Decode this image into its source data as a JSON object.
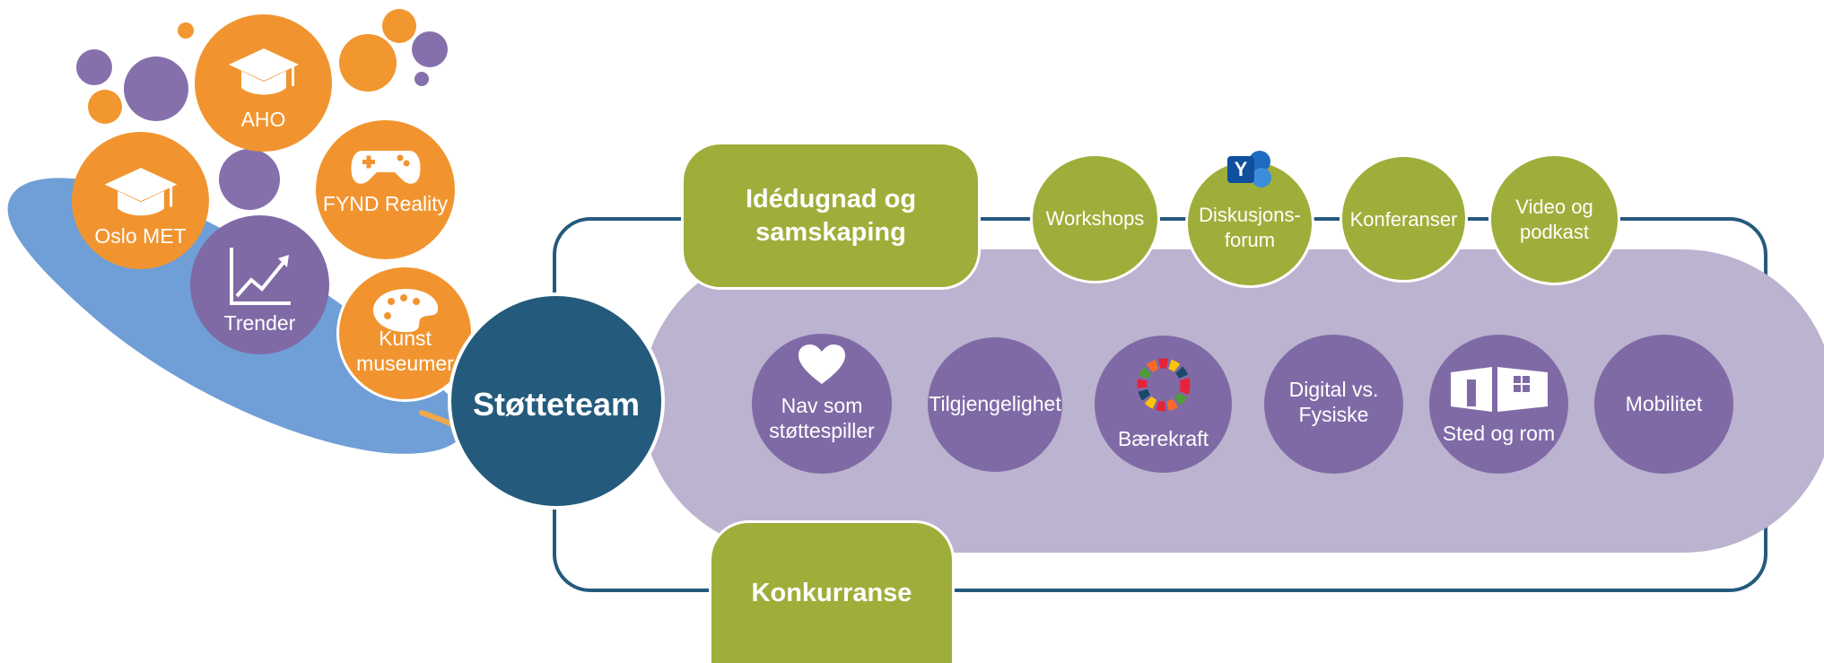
{
  "partners": {
    "aho": "AHO",
    "oslo_met": "Oslo MET",
    "fynd": "FYND Reality",
    "trender": "Trender",
    "kunst": [
      "Kunst",
      "museumer"
    ]
  },
  "hub": "Støtteteam",
  "green_pills": {
    "top": [
      "Idédugnad og",
      "samskaping"
    ],
    "bottom": "Konkurranse"
  },
  "green_circles": [
    {
      "line1": "Workshops",
      "line2": ""
    },
    {
      "line1": "Diskusjons-",
      "line2": "forum"
    },
    {
      "line1": "Konferanser",
      "line2": ""
    },
    {
      "line1": "Video og",
      "line2": "podkast"
    }
  ],
  "yammer_badge": "Y",
  "purple_circles": [
    {
      "line1": "Nav som",
      "line2": "støttespiller"
    },
    {
      "line1": "Tilgjengelighet",
      "line2": ""
    },
    {
      "line1": "Bærekraft",
      "line2": ""
    },
    {
      "line1": "Digital vs.",
      "line2": "Fysiske"
    },
    {
      "line1": "Sted og rom",
      "line2": ""
    },
    {
      "line1": "Mobilitet",
      "line2": ""
    }
  ],
  "colors": {
    "orange": "#f1942f",
    "purple": "#7f6aa6",
    "green": "#9fae3a",
    "navy": "#245a7c",
    "lavender": "#bbb3cf",
    "blue_blob": "#6f9fd6"
  }
}
